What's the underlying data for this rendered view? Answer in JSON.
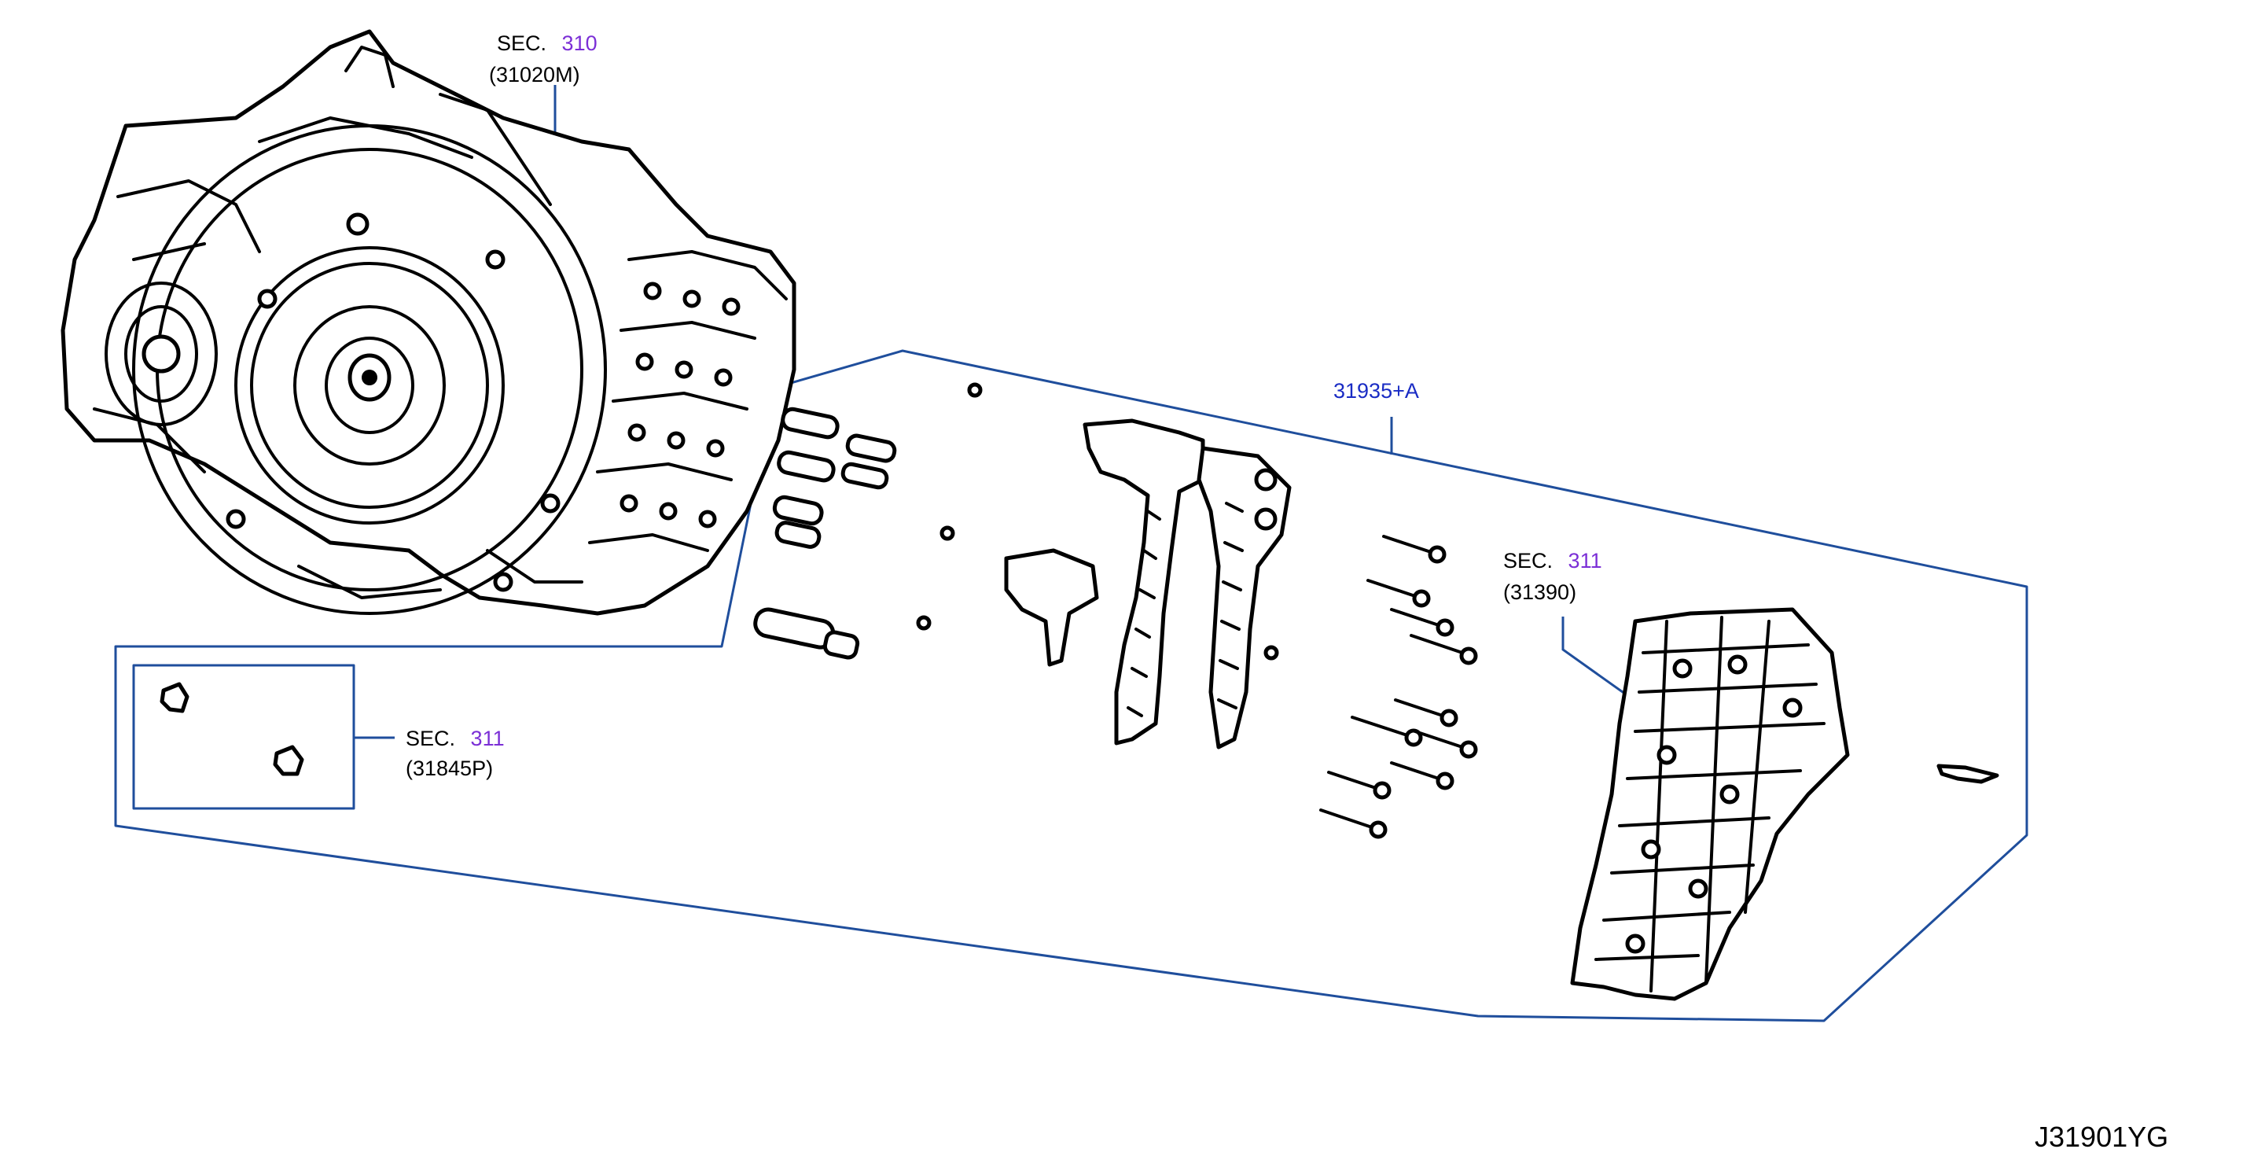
{
  "colors": {
    "leader_line": "#1f4e9c",
    "section_number": "#7b2fd6",
    "part_number_main": "#1a2cc4",
    "text": "#000000"
  },
  "callouts": {
    "transmission": {
      "sec_label": "SEC.",
      "sec_number": "310",
      "part_code": "(31020M)"
    },
    "valve_body_kit": {
      "part_number": "31935+A"
    },
    "control_valve": {
      "sec_label": "SEC.",
      "sec_number": "311",
      "part_code": "(31390)"
    },
    "filter_inset": {
      "sec_label": "SEC.",
      "sec_number": "311",
      "part_code": "(31845P)"
    }
  },
  "diagram_code": "J31901YG"
}
